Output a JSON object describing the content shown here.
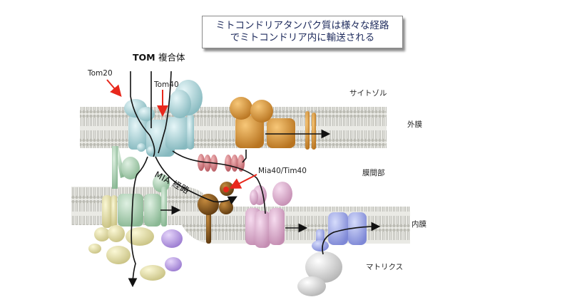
{
  "title": {
    "line1": "ミトコンドリアタンパク質は様々な経路",
    "line2": "でミトコンドリア内に輸送される"
  },
  "labels": {
    "tom_complex": "TOM",
    "tom_complex_suffix": "複合体",
    "tom20": "Tom20",
    "tom40": "Tom40",
    "cytosol": "サイトゾル",
    "outer_membrane": "外膜",
    "intermembrane_space": "膜間部",
    "mia40_tim40": "Mia40/Tim40",
    "mia_pathway": "MIA 経路",
    "inner_membrane": "内膜",
    "matrix": "マトリクス"
  },
  "colors": {
    "title_text": "#1d2a5c",
    "membrane": "#c8c8c0",
    "tom": "#a9d3d8",
    "sam": "#d99a3a",
    "small_tim": "#d98a8f",
    "mia40": "#8a5a1e",
    "tim22": "#e0b6d2",
    "tim23": "#a5c9ad",
    "pam": "#e3dfa8",
    "oxa1": "#9fa8e6",
    "ribosome": "#e0e0e0",
    "arrow_red": "#e8281c"
  }
}
